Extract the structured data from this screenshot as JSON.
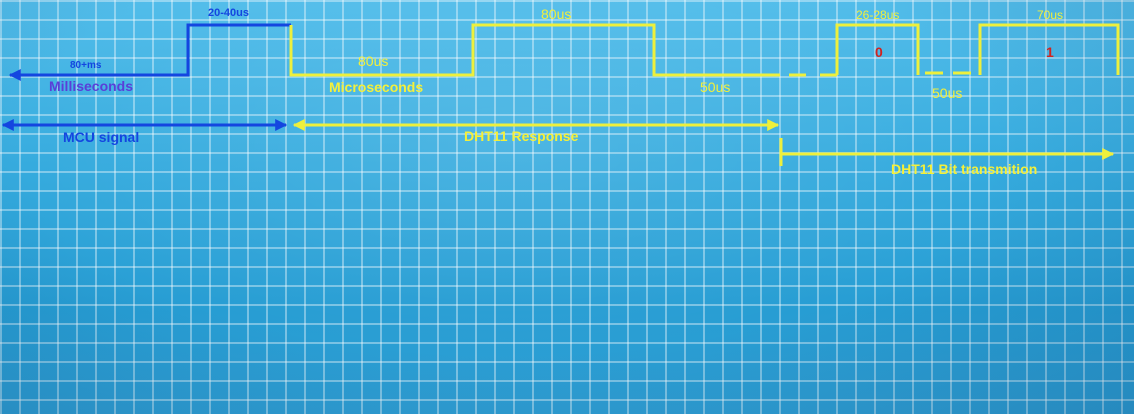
{
  "colors": {
    "mcu_line": "#1446e0",
    "dht_line": "#eef03c",
    "bit_value": "#d2221e",
    "grid_background": "#36abde"
  },
  "mcu": {
    "start_low_duration": "80+ms",
    "start_low_unit": "Milliseconds",
    "pull_high_duration": "20-40us",
    "signal_label": "MCU signal"
  },
  "response": {
    "low_duration": "80us",
    "unit": "Microseconds",
    "high_duration": "80us",
    "label": "DHT11 Response"
  },
  "bits": {
    "low_before_bit": "50us",
    "bit0_high_duration": "26-28us",
    "bit0_value": "0",
    "low_between_bits": "50us",
    "bit1_high_duration": "70us",
    "bit1_value": "1",
    "label": "DHT11 Bit transmition"
  }
}
